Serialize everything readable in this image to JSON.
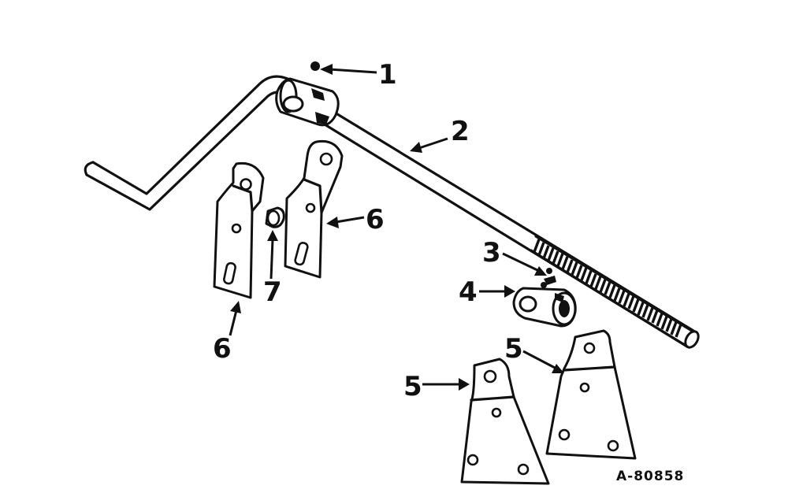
{
  "callouts": {
    "c1": "1",
    "c2": "2",
    "c3": "3",
    "c4": "4",
    "c5a": "5",
    "c5b": "5",
    "c6a": "6",
    "c6b": "6",
    "c7": "7"
  },
  "figure_code": "A-80858",
  "icons": {
    "parts": [
      "set-screw",
      "shaft-crank",
      "collar",
      "bearing-plate",
      "bracket-strap",
      "spacer"
    ]
  }
}
